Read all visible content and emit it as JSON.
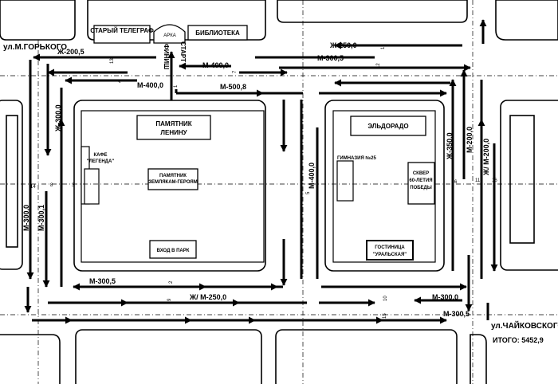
{
  "streets": {
    "gorky": "ул.М.ГОРЬКОГО",
    "chaikovsky": "ул.ЧАЙКОВСКОГО"
  },
  "landmarks": {
    "telegraph": "СТАРЫЙ ТЕЛЕГРАФ",
    "arch": "АРКА",
    "library": "БИБЛИОТЕКА",
    "start": "СТАРТ",
    "finish": "ФИНИШ",
    "lenin": [
      "ПАМЯТНИК",
      "ЛЕНИНУ"
    ],
    "cafe": [
      "КАФЕ",
      "\"ЛЕГЕНДА\""
    ],
    "monument": [
      "ПАМЯТНИК",
      "ЗЕМЛЯКАМ-ГЕРОЯМ"
    ],
    "park_entry": "ВХОД В ПАРК",
    "eldorado": "ЭЛЬДОРАДО",
    "gymnasium": "ГИМНАЗИЯ №25",
    "square": [
      "СКВЕР",
      "60-ЛЕТИЯ",
      "ПОБЕДЫ"
    ],
    "hotel": [
      "ГОСТИНИЦА",
      "\"УРАЛЬСКАЯ\""
    ]
  },
  "segments": {
    "zh200_5": "Ж-200,5",
    "m400_0_a": "М-400,0",
    "m400_0_b": "М-400,0",
    "m500_8": "М-500,8",
    "zh250_0": "Ж-250,0",
    "m300_5_top": "М-300,5",
    "zh300_0": "Ж-300,0",
    "m300_0_left": "М-300,0",
    "m300_1": "М-300,1",
    "m400_0_mid": "М-400,0",
    "zh350_0": "Ж-350,0",
    "m200_0": "М-200,0",
    "zh_m200_0": "Ж/ М-200,0",
    "m300_5_park": "М-300,5",
    "zh_m250_0": "Ж/ М-250,0",
    "m300_0_bottom": "М-300,0",
    "m300_5_bottom": "М-300,5"
  },
  "points": [
    "1",
    "2",
    "3",
    "4",
    "5",
    "6",
    "7",
    "8",
    "9",
    "10",
    "11",
    "12",
    "13",
    "14",
    "15",
    "16",
    "17"
  ],
  "total": "ИТОГО: 5452,9"
}
